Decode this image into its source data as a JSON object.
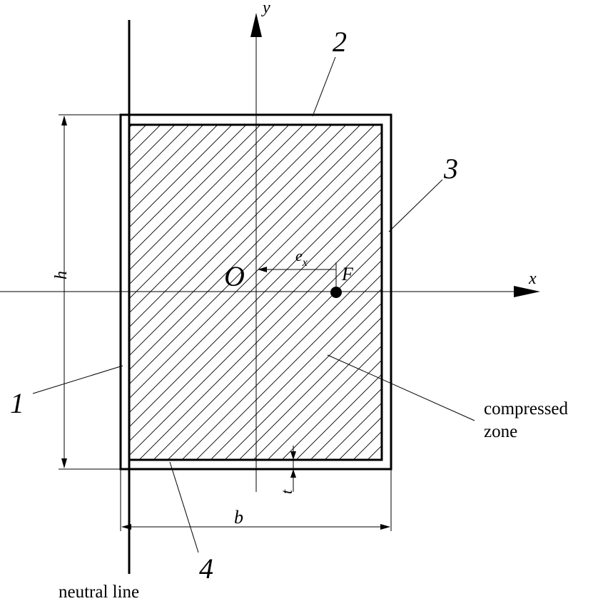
{
  "labels": {
    "axis_y": "y",
    "axis_x": "x",
    "origin": "O",
    "ecc_base": "e",
    "ecc_sub": "x",
    "force": "F",
    "height": "h",
    "width": "b",
    "thickness": "t",
    "part_1": "1",
    "part_2": "2",
    "part_3": "3",
    "part_4": "4",
    "compressed_line1": "compressed",
    "compressed_line2": "zone",
    "neutral_line": "neutral line"
  },
  "colors": {
    "ink": "#000000",
    "background": "#ffffff"
  }
}
